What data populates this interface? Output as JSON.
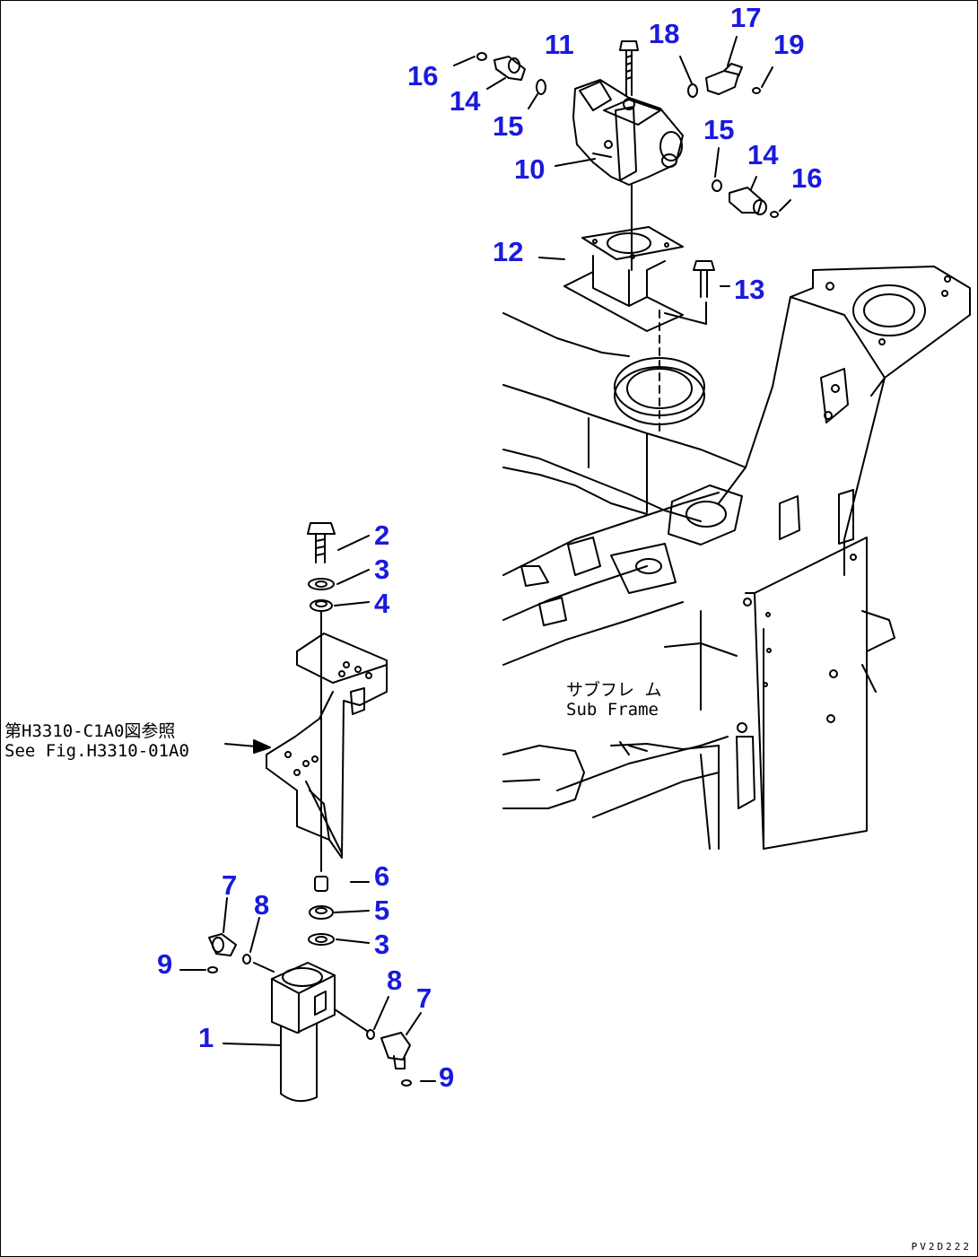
{
  "callouts": {
    "c1": "1",
    "c2": "2",
    "c3a": "3",
    "c3b": "3",
    "c4": "4",
    "c5": "5",
    "c6": "6",
    "c7a": "7",
    "c7b": "7",
    "c8a": "8",
    "c8b": "8",
    "c9a": "9",
    "c9b": "9",
    "c10": "10",
    "c11": "11",
    "c12": "12",
    "c13": "13",
    "c14a": "14",
    "c14b": "14",
    "c15a": "15",
    "c15b": "15",
    "c16a": "16",
    "c16b": "16",
    "c17": "17",
    "c18": "18",
    "c19": "19"
  },
  "reference_note": {
    "line1": "第H3310-C1A0図参照",
    "line2": "See Fig.H3310-01A0"
  },
  "sub_frame_label": {
    "jp": "サブフレ ム",
    "en": "Sub Frame"
  },
  "drawing_code": "PV2D222",
  "colors": {
    "callout": "#1a1adc",
    "line": "#000000",
    "background": "#ffffff"
  }
}
